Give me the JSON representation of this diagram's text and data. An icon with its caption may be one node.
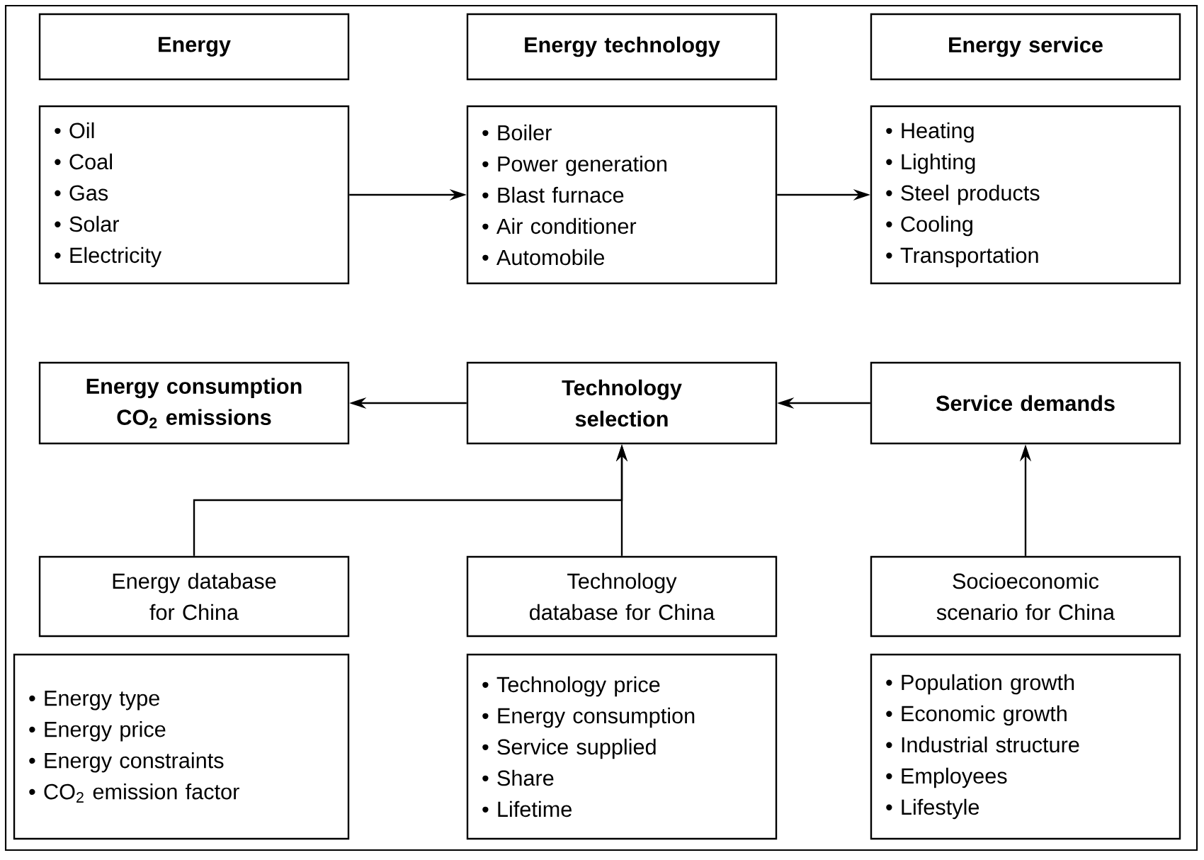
{
  "diagram": {
    "nodes": [
      {
        "text": [
          "Energy"
        ]
      },
      {
        "text": [
          "• Oil",
          "• Coal",
          "• Gas",
          "• Solar",
          "• Electricity"
        ]
      },
      {
        "text": [
          "Energy technology"
        ]
      },
      {
        "text": [
          "• Boiler",
          "• Power generation",
          "• Blast furnace",
          "• Air conditioner",
          "• Automobile"
        ]
      },
      {
        "text": [
          "Energy service"
        ]
      },
      {
        "text": [
          "• Heating",
          "• Lighting",
          "• Steel products",
          "• Cooling",
          "• Transportation"
        ]
      },
      {
        "text": [
          "Energy consumption CO$_{2}$ emissions"
        ]
      },
      {
        "text": [
          "Technology selection"
        ]
      },
      {
        "text": [
          "Service demands"
        ]
      },
      {
        "text": [
          "Energy database for China"
        ]
      },
      {
        "text": [
          "Technology database for China"
        ]
      },
      {
        "text": [
          "Socioeconomic scenario for China"
        ]
      },
      {
        "text": [
          "• Energy type",
          "• Energy price",
          "• Energy constraints",
          "• CO$_{2}$ emission factor"
        ]
      },
      {
        "text": [
          "• Technology price",
          "• Energy consumption",
          "• Service supplied",
          "• Share",
          "• Lifetime"
        ]
      },
      {
        "text": [
          "• Population growth",
          "• Economic growth",
          "• Industrial structure",
          "• Employees",
          "• Lifestyle"
        ]
      }
    ],
    "edges": [
      {
        "from": 1,
        "to": 3,
        "arrow": "to"
      },
      {
        "from": 3,
        "to": 5,
        "arrow": "to"
      },
      {
        "from": 7,
        "to": 6,
        "arrow": "to"
      },
      {
        "from": 8,
        "to": 7,
        "arrow": "to"
      },
      {
        "from": 9,
        "to": 7,
        "arrow": "to"
      },
      {
        "from": 10,
        "to": 7,
        "arrow": "to"
      },
      {
        "from": 11,
        "to": 8,
        "arrow": "to"
      }
    ]
  }
}
